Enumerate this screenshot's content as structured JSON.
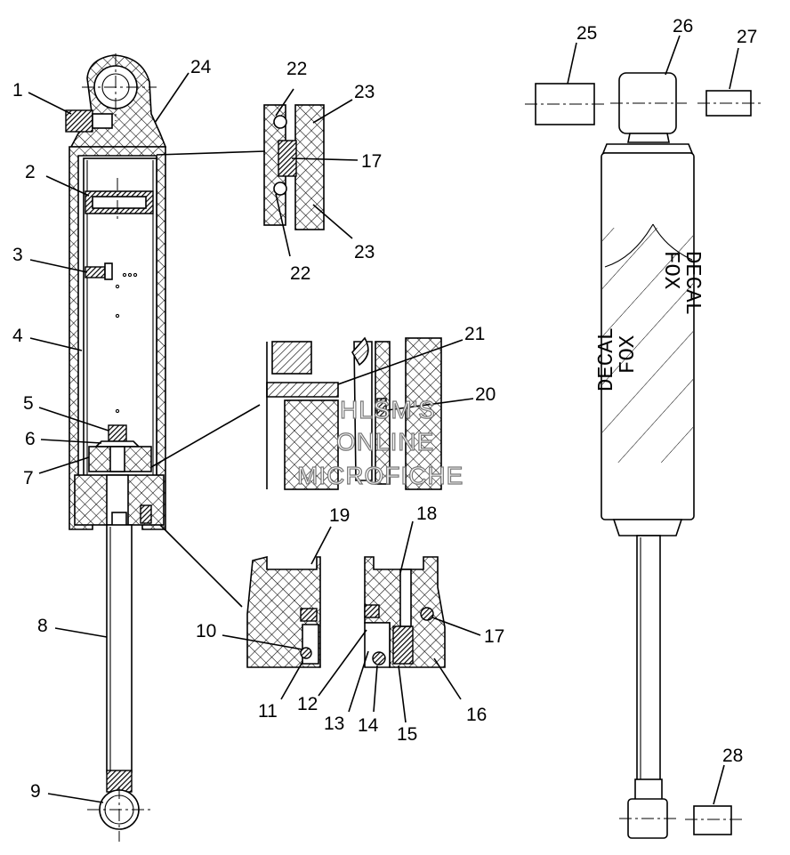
{
  "callouts": [
    {
      "id": "1",
      "text": "1"
    },
    {
      "id": "2",
      "text": "2"
    },
    {
      "id": "3",
      "text": "3"
    },
    {
      "id": "4",
      "text": "4"
    },
    {
      "id": "5",
      "text": "5"
    },
    {
      "id": "6",
      "text": "6"
    },
    {
      "id": "7",
      "text": "7"
    },
    {
      "id": "8",
      "text": "8"
    },
    {
      "id": "9",
      "text": "9"
    },
    {
      "id": "10",
      "text": "10"
    },
    {
      "id": "11",
      "text": "11"
    },
    {
      "id": "12",
      "text": "12"
    },
    {
      "id": "13",
      "text": "13"
    },
    {
      "id": "14",
      "text": "14"
    },
    {
      "id": "15",
      "text": "15"
    },
    {
      "id": "16",
      "text": "16"
    },
    {
      "id": "17a",
      "text": "17"
    },
    {
      "id": "17b",
      "text": "17"
    },
    {
      "id": "18",
      "text": "18"
    },
    {
      "id": "19",
      "text": "19"
    },
    {
      "id": "20",
      "text": "20"
    },
    {
      "id": "21",
      "text": "21"
    },
    {
      "id": "22a",
      "text": "22"
    },
    {
      "id": "22b",
      "text": "22"
    },
    {
      "id": "23a",
      "text": "23"
    },
    {
      "id": "23b",
      "text": "23"
    },
    {
      "id": "24",
      "text": "24"
    },
    {
      "id": "25",
      "text": "25"
    },
    {
      "id": "26",
      "text": "26"
    },
    {
      "id": "27",
      "text": "27"
    },
    {
      "id": "28",
      "text": "28"
    }
  ],
  "watermark": {
    "line1": "HLSM'S",
    "line2": "ONLINE",
    "line3": "MICROFICHE"
  },
  "decal": {
    "label1": "FOX",
    "label2": "DECAL"
  }
}
